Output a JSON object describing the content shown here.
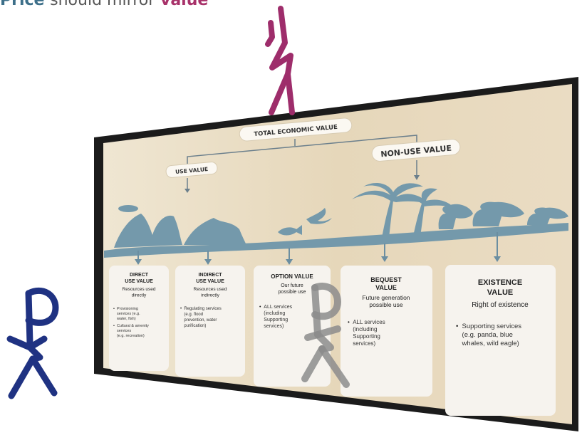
{
  "headline": {
    "prefix": "Price",
    "middle": "should mirror",
    "suffix": "value"
  },
  "diagram": {
    "total_label": "TOTAL ECONOMIC VALUE",
    "use_label": "USE VALUE",
    "nonuse_label": "NON-USE VALUE",
    "boxes": [
      {
        "title": [
          "DIRECT",
          "USE VALUE"
        ],
        "desc": [
          "Resources used",
          "directly"
        ],
        "bullets": [
          [
            "Provisioning",
            "services (e.g.",
            "water, fish)"
          ],
          [
            "Cultural & amenity",
            "services",
            "(e.g. recreation)"
          ]
        ]
      },
      {
        "title": [
          "INDIRECT",
          "USE VALUE"
        ],
        "desc": [
          "Resources used",
          "indirectly"
        ],
        "bullets": [
          [
            "Regulating services",
            "(e.g. flood",
            "prevention, water",
            "purification)"
          ]
        ]
      },
      {
        "title": [
          "OPTION VALUE"
        ],
        "desc": [
          "Our future",
          "possible use"
        ],
        "bullets": [
          [
            "ALL services",
            "(including",
            "Supporting",
            "services)"
          ]
        ]
      },
      {
        "title": [
          "BEQUEST",
          "VALUE"
        ],
        "desc": [
          "Future generation",
          "possible use"
        ],
        "bullets": [
          [
            "ALL services",
            "(including",
            "Supporting",
            "services)"
          ]
        ]
      },
      {
        "title": [
          "EXISTENCE",
          "VALUE"
        ],
        "desc": [
          "Right of existence"
        ],
        "bullets": [
          [
            "Supporting services",
            "(e.g. panda, blue",
            "whales, wild eagle)"
          ]
        ]
      }
    ]
  },
  "colors": {
    "headline_blue": "#3d6f89",
    "accent": "#a8326a",
    "panel_bg": "#e8dcc4",
    "silhouette": "#7499ab",
    "figure_top": "#9e2d6b",
    "figure_left": "#1f3282",
    "figure_middle": "#8c8c8c"
  }
}
